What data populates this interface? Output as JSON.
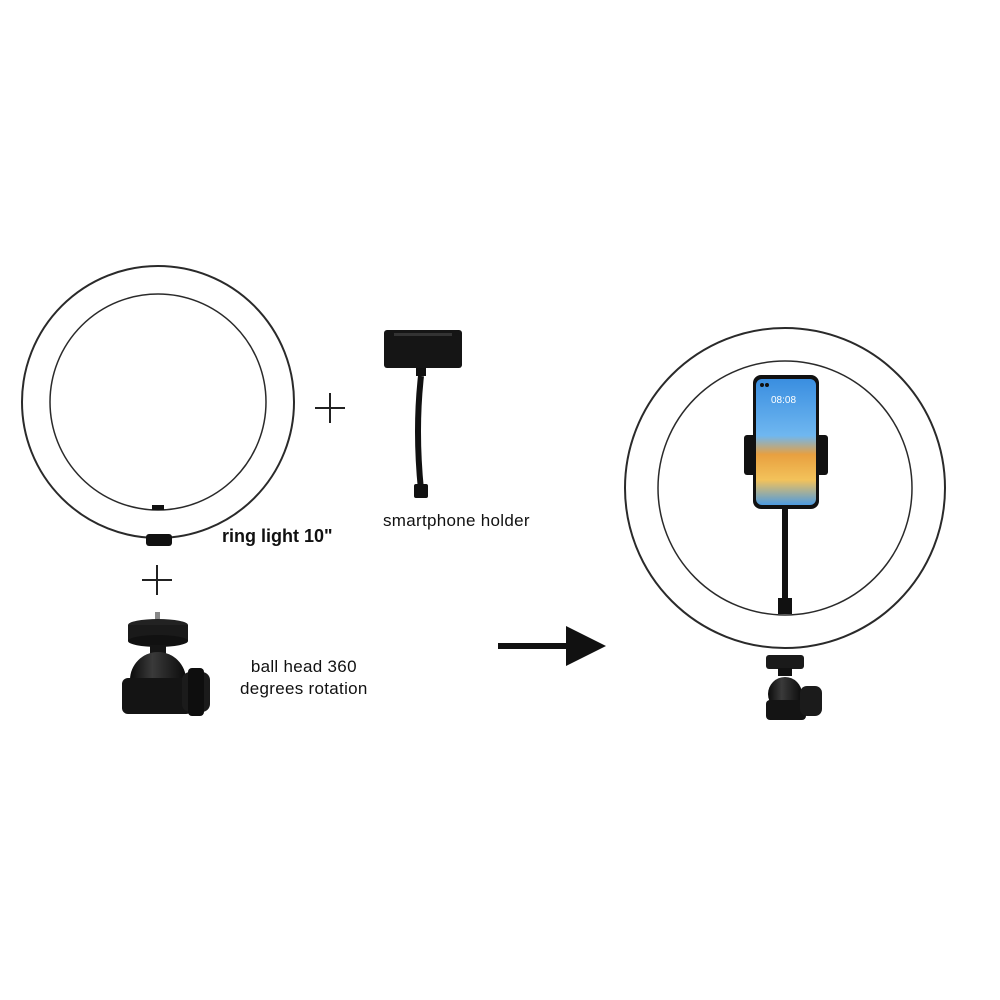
{
  "labels": {
    "ring_light": "ring light 10\"",
    "smartphone_holder": "smartphone holder",
    "ball_head_line1": "ball head 360",
    "ball_head_line2": "degrees rotation"
  },
  "phone": {
    "time": "08:08"
  },
  "icons": [
    "plus-icon",
    "plus-icon",
    "arrow-right-icon"
  ],
  "colors": {
    "ring_black": "#111111",
    "ring_fill": "#ffffff",
    "phone_blue": "#2a78c8",
    "phone_orange": "#e8a040"
  }
}
